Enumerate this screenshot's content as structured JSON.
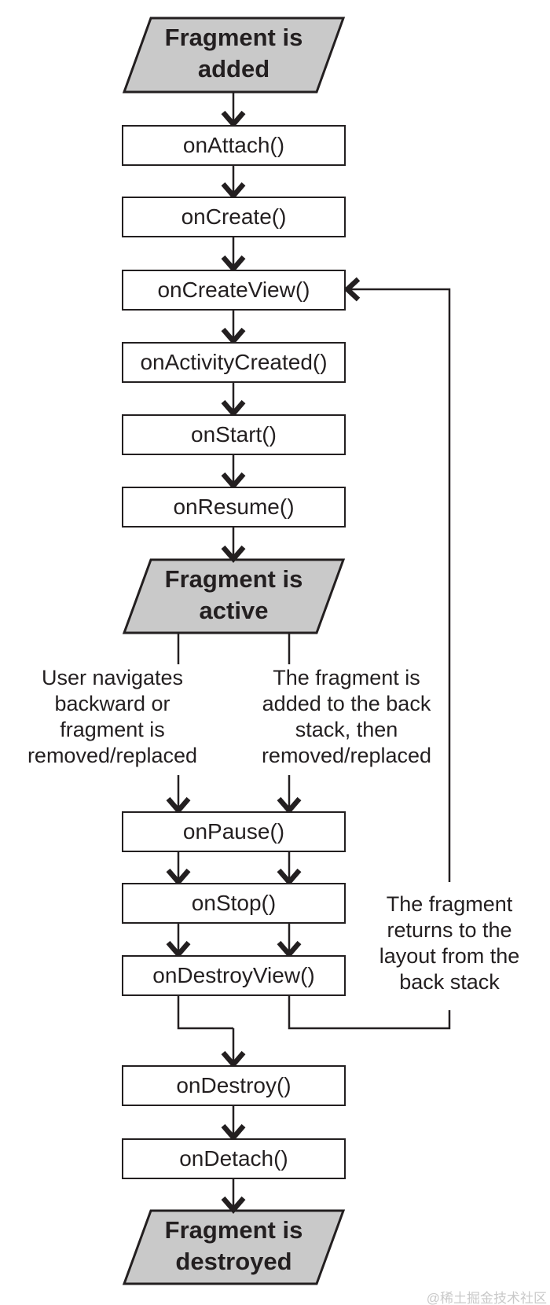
{
  "colors": {
    "background": "#ffffff",
    "line": "#231f20",
    "state_fill": "#c9c9c9",
    "box_fill": "#ffffff",
    "text": "#231f20",
    "watermark": "#c9c9c9"
  },
  "nodes": {
    "fragment_added": {
      "lines": [
        "Fragment is",
        "added"
      ]
    },
    "on_attach": {
      "label": "onAttach()"
    },
    "on_create": {
      "label": "onCreate()"
    },
    "on_create_view": {
      "label": "onCreateView()"
    },
    "on_activity_created": {
      "label": "onActivityCreated()"
    },
    "on_start": {
      "label": "onStart()"
    },
    "on_resume": {
      "label": "onResume()"
    },
    "fragment_active": {
      "lines": [
        "Fragment is",
        "active"
      ]
    },
    "on_pause": {
      "label": "onPause()"
    },
    "on_stop": {
      "label": "onStop()"
    },
    "on_destroy_view": {
      "label": "onDestroyView()"
    },
    "on_destroy": {
      "label": "onDestroy()"
    },
    "on_detach": {
      "label": "onDetach()"
    },
    "fragment_destroyed": {
      "lines": [
        "Fragment is",
        "destroyed"
      ]
    }
  },
  "annotations": {
    "left_branch": {
      "lines": [
        "User navigates",
        "backward or",
        "fragment is",
        "removed/replaced"
      ]
    },
    "right_branch": {
      "lines": [
        "The fragment is",
        "added to the back",
        "stack, then",
        "removed/replaced"
      ]
    },
    "back_stack_return": {
      "lines": [
        "The fragment",
        "returns to the",
        "layout from the",
        "back stack"
      ]
    }
  },
  "edges": [
    {
      "from": "Fragment is added",
      "to": "onAttach()"
    },
    {
      "from": "onAttach()",
      "to": "onCreate()"
    },
    {
      "from": "onCreate()",
      "to": "onCreateView()"
    },
    {
      "from": "onCreateView()",
      "to": "onActivityCreated()"
    },
    {
      "from": "onActivityCreated()",
      "to": "onStart()"
    },
    {
      "from": "onStart()",
      "to": "onResume()"
    },
    {
      "from": "onResume()",
      "to": "Fragment is active"
    },
    {
      "from": "Fragment is active",
      "to": "onPause()",
      "via": "User navigates backward or fragment is removed/replaced"
    },
    {
      "from": "Fragment is active",
      "to": "onPause()",
      "via": "The fragment is added to the back stack, then removed/replaced"
    },
    {
      "from": "onPause()",
      "to": "onStop()"
    },
    {
      "from": "onStop()",
      "to": "onDestroyView()"
    },
    {
      "from": "onDestroyView()",
      "to": "onDestroy()"
    },
    {
      "from": "onDestroyView()",
      "to": "onCreateView()",
      "via": "The fragment returns to the layout from the back stack"
    },
    {
      "from": "onDestroy()",
      "to": "onDetach()"
    },
    {
      "from": "onDetach()",
      "to": "Fragment is destroyed"
    }
  ],
  "watermark": "@稀土掘金技术社区"
}
